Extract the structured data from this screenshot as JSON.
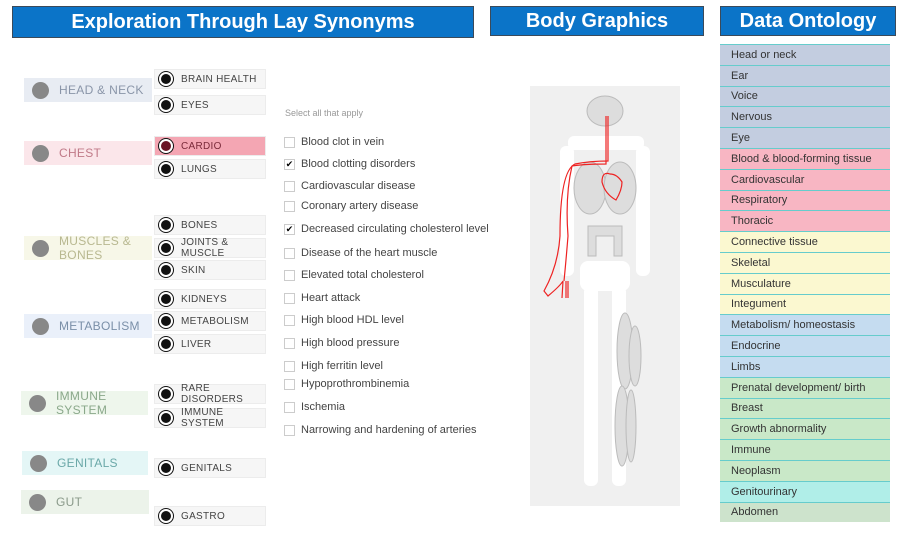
{
  "headers": {
    "lay": "Exploration Through Lay Synonyms",
    "body": "Body Graphics",
    "ontology": "Data Ontology"
  },
  "categories": [
    {
      "label": "HEAD & NECK",
      "icon": "head-icon"
    },
    {
      "label": "CHEST",
      "icon": "lungs-icon"
    },
    {
      "label": "MUSCLES & BONES",
      "icon": "bones-icon"
    },
    {
      "label": "METABOLISM",
      "icon": "liver-icon"
    },
    {
      "label": "IMMUNE SYSTEM",
      "icon": "immune-icon"
    },
    {
      "label": "GENITALS",
      "icon": "genitals-icon"
    },
    {
      "label": "GUT",
      "icon": "stomach-icon"
    }
  ],
  "subcategories": [
    {
      "label": "BRAIN HEALTH"
    },
    {
      "label": "EYES"
    },
    {
      "label": "CARDIO",
      "selected": true
    },
    {
      "label": "LUNGS"
    },
    {
      "label": "BONES"
    },
    {
      "label": "JOINTS & MUSCLE"
    },
    {
      "label": "SKIN"
    },
    {
      "label": "KIDNEYS"
    },
    {
      "label": "METABOLISM"
    },
    {
      "label": "LIVER"
    },
    {
      "label": "RARE DISORDERS"
    },
    {
      "label": "IMMUNE SYSTEM"
    },
    {
      "label": "GENITALS"
    },
    {
      "label": "GASTRO"
    }
  ],
  "checklist": {
    "hint": "Select all that apply",
    "items": [
      {
        "label": "Blood clot in vein",
        "checked": false
      },
      {
        "label": "Blood clotting disorders",
        "checked": true
      },
      {
        "label": "Cardiovascular disease",
        "checked": false
      },
      {
        "label": "Coronary artery disease",
        "checked": false
      },
      {
        "label": "Decreased circulating cholesterol level",
        "checked": true
      },
      {
        "label": "Disease of the heart muscle",
        "checked": false
      },
      {
        "label": "Elevated total cholesterol",
        "checked": false
      },
      {
        "label": "Heart attack",
        "checked": false
      },
      {
        "label": "High blood HDL level",
        "checked": false
      },
      {
        "label": "High blood pressure",
        "checked": false
      },
      {
        "label": "High ferritin level",
        "checked": false
      },
      {
        "label": "Hypoprothrombinemia",
        "checked": false
      },
      {
        "label": "Ischemia",
        "checked": false
      },
      {
        "label": "Narrowing and hardening of arteries",
        "checked": false
      }
    ],
    "check_mark": "✔"
  },
  "ontology": [
    {
      "label": "Head or neck",
      "color": "#c3cde0"
    },
    {
      "label": "Ear",
      "color": "#c3cde0"
    },
    {
      "label": "Voice",
      "color": "#c3cde0"
    },
    {
      "label": "Nervous",
      "color": "#c3cde0"
    },
    {
      "label": "Eye",
      "color": "#c3cde0"
    },
    {
      "label": "Blood & blood-forming tissue",
      "color": "#f8b6c3"
    },
    {
      "label": "Cardiovascular",
      "color": "#f8b6c3"
    },
    {
      "label": "Respiratory",
      "color": "#f8b6c3"
    },
    {
      "label": "Thoracic",
      "color": "#f8b6c3"
    },
    {
      "label": "Connective tissue",
      "color": "#fbf8d0"
    },
    {
      "label": "Skeletal",
      "color": "#fbf8d0"
    },
    {
      "label": "Musculature",
      "color": "#fbf8d0"
    },
    {
      "label": "Integument",
      "color": "#fbf8d0"
    },
    {
      "label": "Metabolism/ homeostasis",
      "color": "#c5dcf0"
    },
    {
      "label": "Endocrine",
      "color": "#c5dcf0"
    },
    {
      "label": "Limbs",
      "color": "#c5dcf0"
    },
    {
      "label": "Prenatal development/ birth",
      "color": "#c9e8c8"
    },
    {
      "label": "Breast",
      "color": "#c9e8c8"
    },
    {
      "label": "Growth abnormality",
      "color": "#c9e8c8"
    },
    {
      "label": "Immune",
      "color": "#c9e8c8"
    },
    {
      "label": "Neoplasm",
      "color": "#c9e8c8"
    },
    {
      "label": "Genitourinary",
      "color": "#b0eee8"
    },
    {
      "label": "Abdomen",
      "color": "#cde3cc"
    }
  ]
}
